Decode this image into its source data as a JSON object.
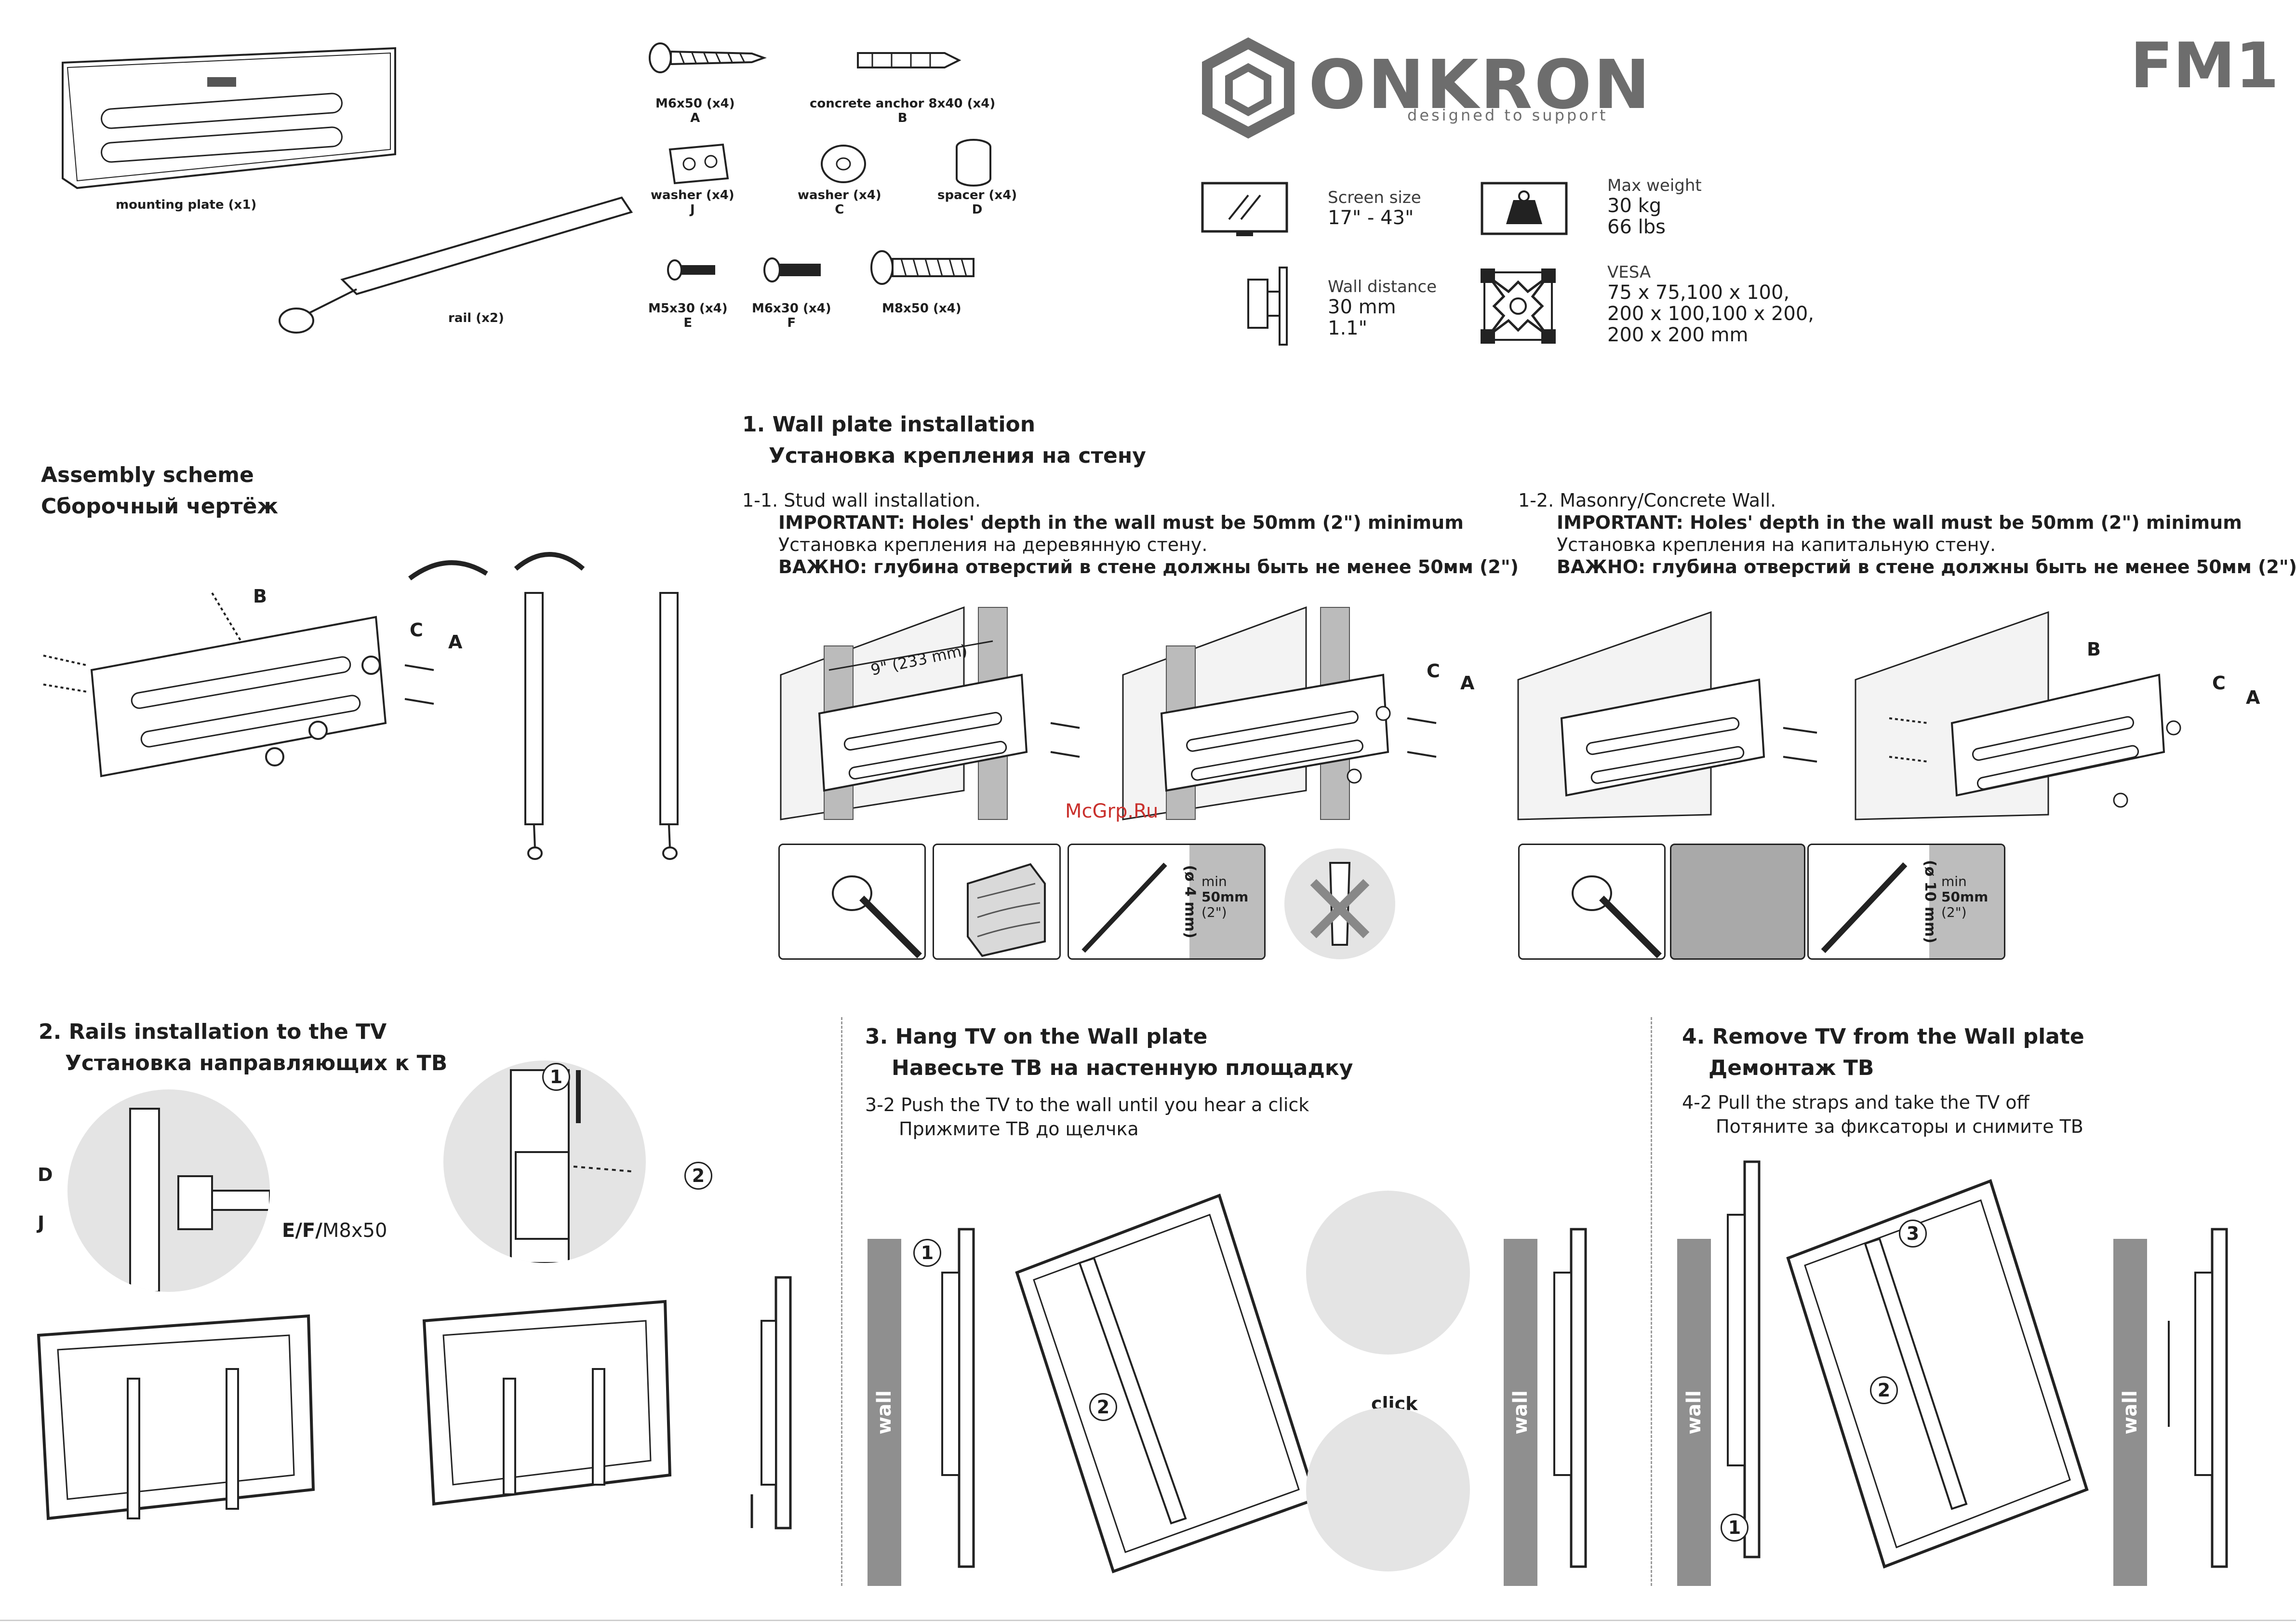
{
  "brand": {
    "name": "ONKRON",
    "tagline": "designed to support",
    "model": "FM1"
  },
  "parts": [
    {
      "name": "M6x50 (x4)",
      "code": "A"
    },
    {
      "name": "concrete anchor 8x40 (x4)",
      "code": "B"
    },
    {
      "name": "washer  (x4)",
      "code": "J"
    },
    {
      "name": "washer (x4)",
      "code": "C"
    },
    {
      "name": "spacer (x4)",
      "code": "D"
    },
    {
      "name": "M5x30 (x4)",
      "code": "E"
    },
    {
      "name": "M6x30 (x4)",
      "code": "F"
    },
    {
      "name": "M8x50 (x4)",
      "code": ""
    },
    {
      "name": "mounting plate (x1)",
      "code": ""
    },
    {
      "name": "rail (x2)",
      "code": ""
    }
  ],
  "specs": {
    "screen_size": {
      "label": "Screen size",
      "value": "17\" - 43\""
    },
    "max_weight": {
      "label": "Max weight",
      "value1": "30 kg",
      "value2": "66 lbs"
    },
    "wall_distance": {
      "label": "Wall distance",
      "value1": "30 mm",
      "value2": "1.1\""
    },
    "vesa": {
      "label": "VESA",
      "line1": "75 x 75,100 x 100,",
      "line2": "200 x 100,100 x 200,",
      "line3": "200 x 200 mm"
    }
  },
  "assembly": {
    "title_en": "Assembly scheme",
    "title_ru": "Сборочный чертёж",
    "labels": [
      "B",
      "C",
      "A"
    ]
  },
  "section1": {
    "title_en": "1. Wall plate installation",
    "title_ru": "Установка крепления на стену",
    "stud": {
      "line1": "1-1. Stud wall installation.",
      "important_en": "IMPORTANT: Holes' depth in the wall must be 50mm (2\") minimum",
      "line_ru": "Установка крепления на деревянную стену.",
      "important_ru": "ВАЖНО: глубина отверстий в стене должны быть не менее 50мм (2\")",
      "dim": "9\" (233 mm)",
      "drill": "(ø 4 mm)",
      "depth_min": "min",
      "depth_mm": "50mm",
      "depth_in": "(2\")",
      "labels": [
        "C",
        "A"
      ]
    },
    "masonry": {
      "line1": "1-2. Masonry/Concrete Wall.",
      "important_en": "IMPORTANT: Holes' depth in the wall must be 50mm (2\") minimum",
      "line_ru": "Установка крепления на капитальную стену.",
      "important_ru": "ВАЖНО: глубина отверстий в стене должны быть не менее 50мм (2\")",
      "drill": "(ø 10 mm)",
      "depth_min": "min",
      "depth_mm": "50mm",
      "depth_in": "(2\")",
      "labels": [
        "B",
        "C",
        "A"
      ]
    },
    "watermark": "McGrp.Ru"
  },
  "section2": {
    "title_en": "2. Rails installation to the TV",
    "title_ru": "Установка направляющих к ТВ",
    "label_d": "D",
    "label_j": "J",
    "label_ef": "E/F/",
    "label_m8": "M8x50",
    "step1": "1",
    "step2": "2"
  },
  "section3": {
    "title_en": "3. Hang TV on the Wall plate",
    "title_ru": "Навесьте ТВ на настенную площадку",
    "step_en": "3-2 Push the TV to the wall until you hear a click",
    "step_ru": "Прижмите ТВ до щелчка",
    "click": "click",
    "wall": "wall",
    "step1": "1",
    "step2": "2"
  },
  "section4": {
    "title_en": "4. Remove TV from the Wall plate",
    "title_ru": "Демонтаж ТВ",
    "step_en": "4-2 Pull the straps and take the TV off",
    "step_ru": "Потяните за фиксаторы и снимите ТВ",
    "wall": "wall",
    "step1": "1",
    "step2": "2",
    "step3": "3"
  },
  "colors": {
    "ink": "#1e1e1e",
    "gray": "#8f8f8f",
    "logo": "#6d6d6d"
  }
}
